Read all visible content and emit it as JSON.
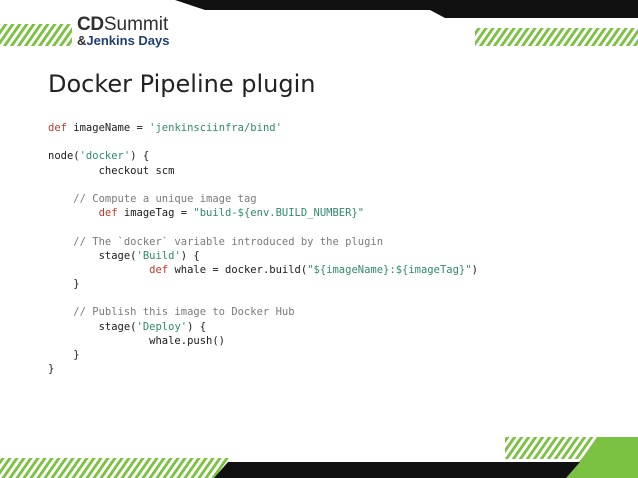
{
  "logo": {
    "cd": "CD",
    "summit": "Summit",
    "amp": "&",
    "jenkins_days": "Jenkins Days"
  },
  "title": "Docker Pipeline plugin",
  "code_lines": [
    [
      {
        "t": "kw",
        "v": "def"
      },
      {
        "t": "tx",
        "v": " imageName = "
      },
      {
        "t": "str",
        "v": "'jenkinsciinfra/bind'"
      }
    ],
    [],
    [
      {
        "t": "tx",
        "v": "node("
      },
      {
        "t": "str",
        "v": "'docker'"
      },
      {
        "t": "tx",
        "v": ") {"
      }
    ],
    [
      {
        "t": "tx",
        "v": "        checkout scm"
      }
    ],
    [],
    [
      {
        "t": "cm",
        "v": "    // Compute a unique image tag"
      }
    ],
    [
      {
        "t": "tx",
        "v": "        "
      },
      {
        "t": "kw",
        "v": "def"
      },
      {
        "t": "tx",
        "v": " imageTag = "
      },
      {
        "t": "str",
        "v": "\"build-${env.BUILD_NUMBER}\""
      }
    ],
    [],
    [
      {
        "t": "cm",
        "v": "    // The `docker` variable introduced by the plugin"
      }
    ],
    [
      {
        "t": "tx",
        "v": "        stage("
      },
      {
        "t": "str",
        "v": "'Build'"
      },
      {
        "t": "tx",
        "v": ") {"
      }
    ],
    [
      {
        "t": "tx",
        "v": "                "
      },
      {
        "t": "kw",
        "v": "def"
      },
      {
        "t": "tx",
        "v": " whale = docker.build("
      },
      {
        "t": "str",
        "v": "\"${imageName}:${imageTag}\""
      },
      {
        "t": "tx",
        "v": ")"
      }
    ],
    [
      {
        "t": "tx",
        "v": "    }"
      }
    ],
    [],
    [
      {
        "t": "cm",
        "v": "    // Publish this image to Docker Hub"
      }
    ],
    [
      {
        "t": "tx",
        "v": "        stage("
      },
      {
        "t": "str",
        "v": "'Deploy'"
      },
      {
        "t": "tx",
        "v": ") {"
      }
    ],
    [
      {
        "t": "tx",
        "v": "                whale.push()"
      }
    ],
    [
      {
        "t": "tx",
        "v": "    }"
      }
    ],
    [
      {
        "t": "tx",
        "v": "}"
      }
    ]
  ],
  "colors": {
    "keyword": "#c0392b",
    "string": "#2e8b6e",
    "comment": "#7a7a7a",
    "stripe_green": "#7cc242",
    "band_black": "#111111",
    "jenkins_blue": "#1f3f73"
  }
}
